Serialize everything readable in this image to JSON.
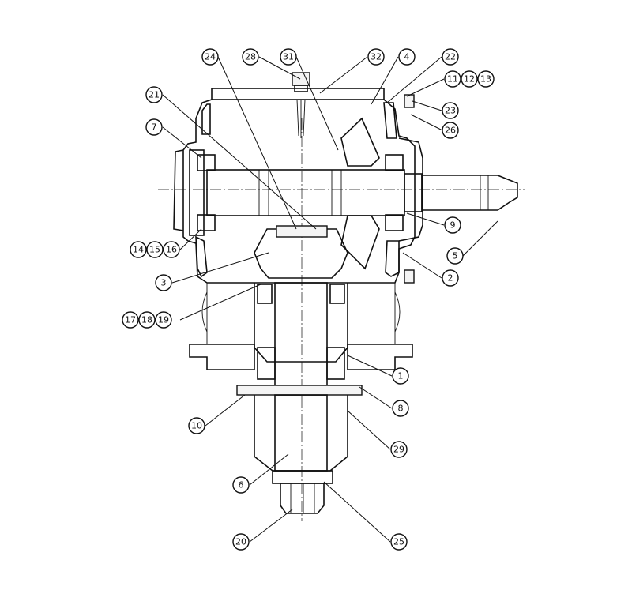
{
  "labels": [
    {
      "id": "24",
      "text": "24"
    },
    {
      "id": "28",
      "text": "28"
    },
    {
      "id": "31",
      "text": "31"
    },
    {
      "id": "32",
      "text": "32"
    },
    {
      "id": "4",
      "text": "4"
    },
    {
      "id": "22",
      "text": "22"
    },
    {
      "id": "11",
      "text": "11"
    },
    {
      "id": "12",
      "text": "12"
    },
    {
      "id": "13",
      "text": "13"
    },
    {
      "id": "21",
      "text": "21"
    },
    {
      "id": "23",
      "text": "23"
    },
    {
      "id": "26",
      "text": "26"
    },
    {
      "id": "7",
      "text": "7"
    },
    {
      "id": "9",
      "text": "9"
    },
    {
      "id": "14",
      "text": "14"
    },
    {
      "id": "15",
      "text": "15"
    },
    {
      "id": "16",
      "text": "16"
    },
    {
      "id": "5",
      "text": "5"
    },
    {
      "id": "2",
      "text": "2"
    },
    {
      "id": "3",
      "text": "3"
    },
    {
      "id": "17",
      "text": "17"
    },
    {
      "id": "18",
      "text": "18"
    },
    {
      "id": "19",
      "text": "19"
    },
    {
      "id": "1",
      "text": "1"
    },
    {
      "id": "8",
      "text": "8"
    },
    {
      "id": "10",
      "text": "10"
    },
    {
      "id": "29",
      "text": "29"
    },
    {
      "id": "6",
      "text": "6"
    },
    {
      "id": "20",
      "text": "20"
    },
    {
      "id": "25",
      "text": "25"
    }
  ]
}
